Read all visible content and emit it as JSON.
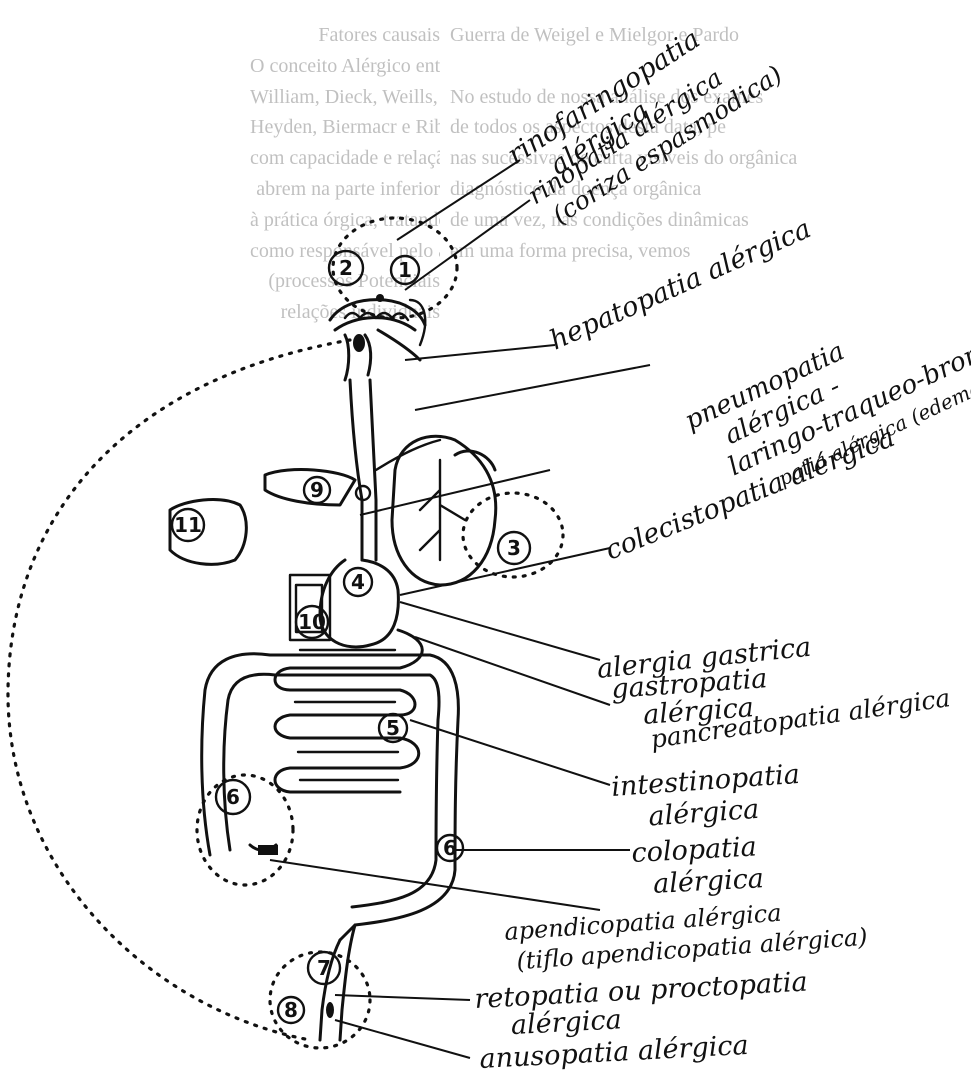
{
  "background_text": {
    "left_column": [
      "Fatores causais",
      "O conceito Alérgico entre",
      "William, Dieck, Weills, Halberg,",
      "Heyden, Biermacr e Ribeiro e",
      "com capacidade e relação",
      "abrem na parte inferior",
      "à prática órgica, tratando",
      "como responsável pelo atuação",
      "(processos Potenciais",
      "relações individuais"
    ],
    "right_column": [
      "Guerra de Weigel e Mielgor e Pardo",
      "",
      "No estudo de nossa análise dos exames",
      "de todos os aspectos desta data, pe",
      "nas sucessivas de carta visíveis do orgânica",
      "diagnóstico da doença orgânica",
      "de uma vez, nas condições dinâmicas",
      "em uma forma precisa, vemos"
    ]
  },
  "diagram": {
    "numbers": [
      "2",
      "1",
      "9",
      "11",
      "3",
      "4",
      "10",
      "5",
      "6",
      "6",
      "7",
      "8"
    ],
    "labels": [
      {
        "id": "rinofaringopatia",
        "lines": [
          "rinofaringopatia",
          "alérgica"
        ]
      },
      {
        "id": "rinopatia",
        "lines": [
          "rinopatia alérgica",
          "(coriza espasmódica)"
        ]
      },
      {
        "id": "hepatopatia",
        "lines": [
          "hepatopatia alérgica"
        ]
      },
      {
        "id": "pneumopatia",
        "lines": [
          "pneumopatia",
          "alérgica -",
          "laringo-traqueo-bronco-",
          "patia alérgica (edema de glote e asma)"
        ]
      },
      {
        "id": "colecistopatia",
        "lines": [
          "colecistopatia alérgica"
        ]
      },
      {
        "id": "alergia-gastrica",
        "lines": [
          "alergia gastrica"
        ]
      },
      {
        "id": "gastropatia",
        "lines": [
          "gastropatia",
          "alérgica"
        ]
      },
      {
        "id": "pancreatopatia",
        "lines": [
          "pancreatopatia alérgica"
        ]
      },
      {
        "id": "intestinopatia",
        "lines": [
          "intestinopatia",
          "alérgica"
        ]
      },
      {
        "id": "colopatia",
        "lines": [
          "colopatia",
          "alérgica"
        ]
      },
      {
        "id": "apendicopatia",
        "lines": [
          "apendicopatia alérgica",
          "(tiflo apendicopatia alérgica)"
        ]
      },
      {
        "id": "retopatia",
        "lines": [
          "retopatia ou proctopatia",
          "alérgica"
        ]
      },
      {
        "id": "anusopatia",
        "lines": [
          "anusopatia alérgica"
        ]
      }
    ]
  }
}
